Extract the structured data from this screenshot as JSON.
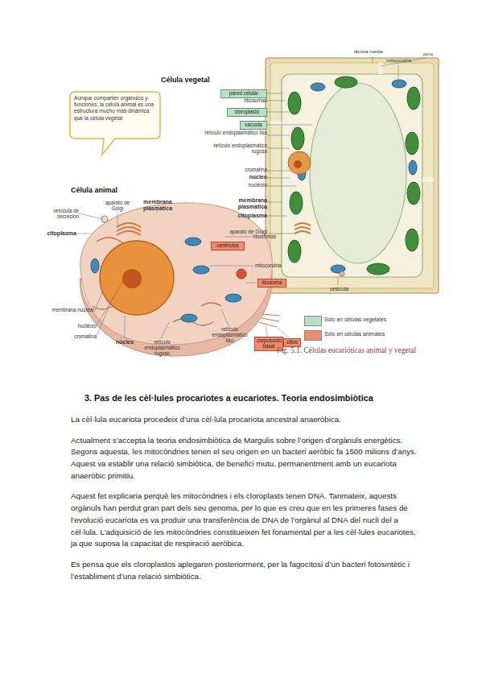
{
  "diagram": {
    "title": "3. Pas de les cèl·lules procariotes a eucariotes. Teoria endosimbiòtica",
    "caption": "Fig. 5.1. Células eucarióticas animal y vegetal",
    "nodes": [
      {
        "text": [
          "Aunque comparten orgánulos y funciones, la célula animal es una estructura mucho más dinámica que la célula vegetal"
        ]
      },
      {
        "text": [
          "pared celular"
        ]
      },
      {
        "text": [
          "cloroplasto"
        ]
      },
      {
        "text": [
          "vacuola"
        ]
      },
      {
        "text": [
          "centríolos"
        ]
      },
      {
        "text": [
          "lisosoma"
        ]
      },
      {
        "text": [
          "corpúsculo basal"
        ]
      },
      {
        "text": [
          "cilios"
        ]
      }
    ],
    "labels": [
      "Célula vegetal",
      "lámina media",
      "mitocondria",
      "poro",
      "ribosomas",
      "retículo endoplasmático liso",
      "retículo endoplasmático rugoso",
      "cromatina",
      "núcleo",
      "nucléolo",
      "membrana plasmática",
      "citoplasma",
      "aparato de Golgi",
      "vesícula",
      "Célula animal",
      "vesícula de secreción",
      "aparato de Golgi",
      "membrana plasmática",
      "citoplasma",
      "ribosomas",
      "mitocondria",
      "membrana nuclear",
      "nucléolo",
      "cromatina",
      "núcleo",
      "retículo endoplasmático rugoso",
      "retículo endoplasmático liso",
      "La cèl·lula eucariota procedeix d’una cèl·lula procariota ancestral anaeròbica.",
      "Actualment s’accepta la teoria endosimbiòtica de Margulis sobre l’origen d’orgànuls energètics. Segons aquesta, les mitocòndries tenen el seu origen en un bacteri aeròbic fa 1500 milions d’anys. Aquest va establir una relació simbiòtica, de benefici mutu, permanentment amb un eucariota anaeròbic primitiu.",
      "Aquest fet explicaria perquè les mitocòndries i els cloroplasts tenen DNA. Tanmateix, aquests orgànuls han perdut gran part dels seu genoma, per lo que es creu que en les primeres fases de l’evolució eucariota es va produir una transferència de DNA de l’orgànul al DNA del nucli del a cèl·lula. L’adquisició de les mitocòndries constitueixen fet fonamental per a les cèl·lules eucariotes, ja que suposa la capacitat de respiració aeròbica.",
      "Es pensa que els cloroplastos aplegaren posteriorment, per la fagocitosi d’un bacteri fotosintètic i l’establiment d’una relació simbiòtica."
    ],
    "legend": [
      {
        "text": "Sólo en células vegetales",
        "color": "#b9e0c3"
      },
      {
        "text": "Sólo en células animales",
        "color": "#f08a6c"
      }
    ]
  }
}
